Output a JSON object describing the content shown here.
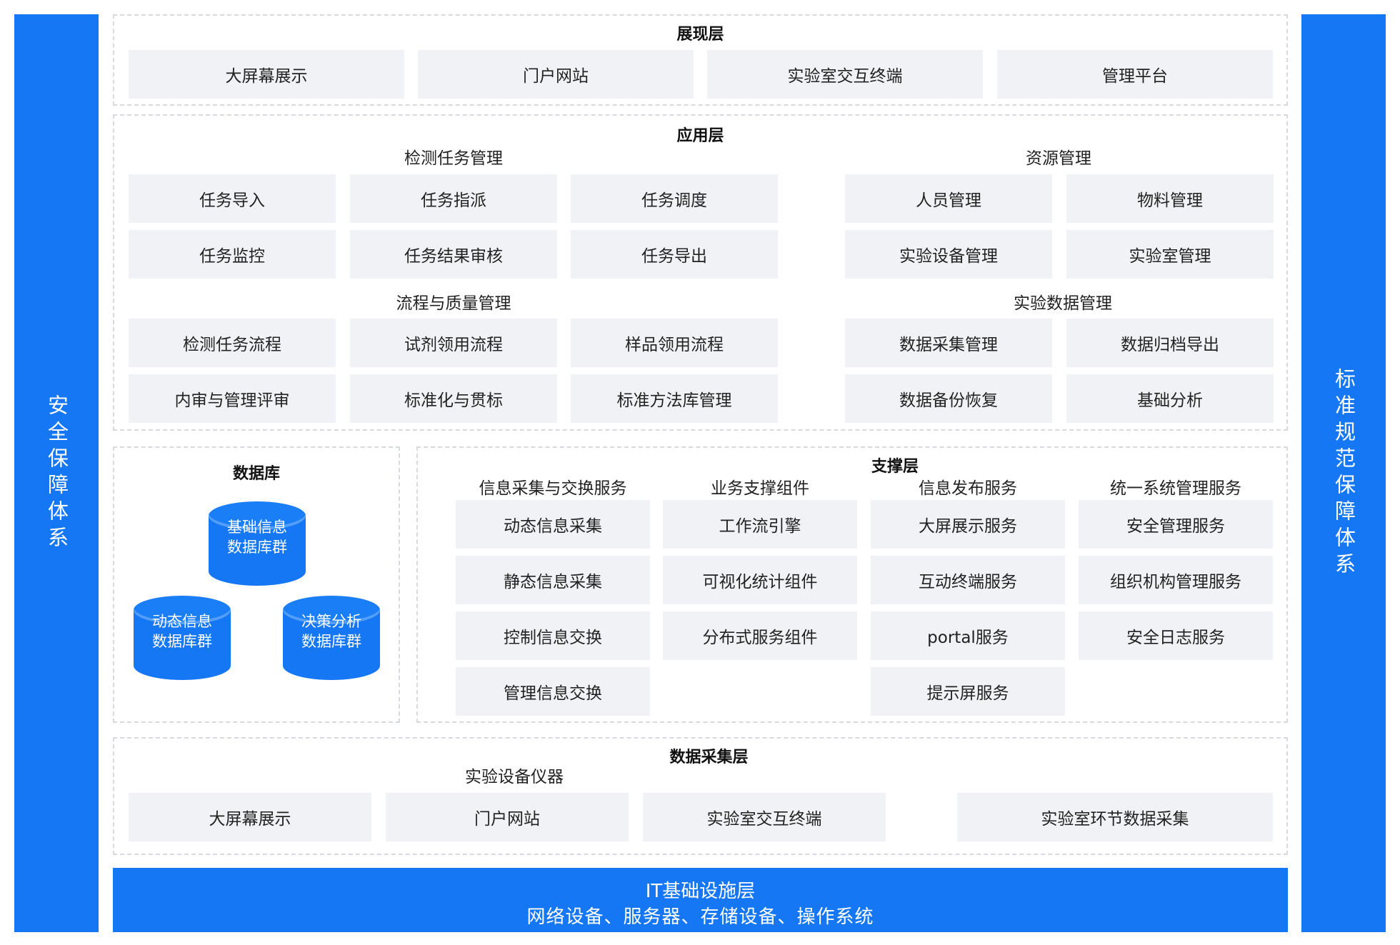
{
  "left_bar": "安全保障体系",
  "right_bar": "标准规范保障体系",
  "presentation": {
    "title": "展现层",
    "items": [
      "大屏幕展示",
      "门户网站",
      "实验室交互终端",
      "管理平台"
    ]
  },
  "application": {
    "title": "应用层",
    "task_mgmt": {
      "title": "检测任务管理",
      "items": [
        "任务导入",
        "任务指派",
        "任务调度",
        "任务监控",
        "任务结果审核",
        "任务导出"
      ]
    },
    "resource_mgmt": {
      "title": "资源管理",
      "items": [
        "人员管理",
        "物料管理",
        "实验设备管理",
        "实验室管理"
      ]
    },
    "process_mgmt": {
      "title": "流程与质量管理",
      "items": [
        "检测任务流程",
        "试剂领用流程",
        "样品领用流程",
        "内审与管理评审",
        "标准化与贯标",
        "标准方法库管理"
      ]
    },
    "data_mgmt": {
      "title": "实验数据管理",
      "items": [
        "数据采集管理",
        "数据归档导出",
        "数据备份恢复",
        "基础分析"
      ]
    }
  },
  "database": {
    "title": "数据库",
    "items": [
      {
        "line1": "基础信息",
        "line2": "数据库群"
      },
      {
        "line1": "动态信息",
        "line2": "数据库群"
      },
      {
        "line1": "决策分析",
        "line2": "数据库群"
      }
    ]
  },
  "support": {
    "title": "支撑层",
    "columns": [
      {
        "title": "信息采集与交换服务",
        "items": [
          "动态信息采集",
          "静态信息采集",
          "控制信息交换",
          "管理信息交换"
        ]
      },
      {
        "title": "业务支撑组件",
        "items": [
          "工作流引擎",
          "可视化统计组件",
          "分布式服务组件"
        ]
      },
      {
        "title": "信息发布服务",
        "items": [
          "大屏展示服务",
          "互动终端服务",
          "portal服务",
          "提示屏服务"
        ]
      },
      {
        "title": "统一系统管理服务",
        "items": [
          "安全管理服务",
          "组织机构管理服务",
          "安全日志服务"
        ]
      }
    ]
  },
  "collection": {
    "title": "数据采集层",
    "group_title": "实验设备仪器",
    "items": [
      "大屏幕展示",
      "门户网站",
      "实验室交互终端",
      "实验室环节数据采集"
    ]
  },
  "infrastructure": {
    "line1": "IT基础设施层",
    "line2": "网络设备、服务器、存储设备、操作系统"
  }
}
